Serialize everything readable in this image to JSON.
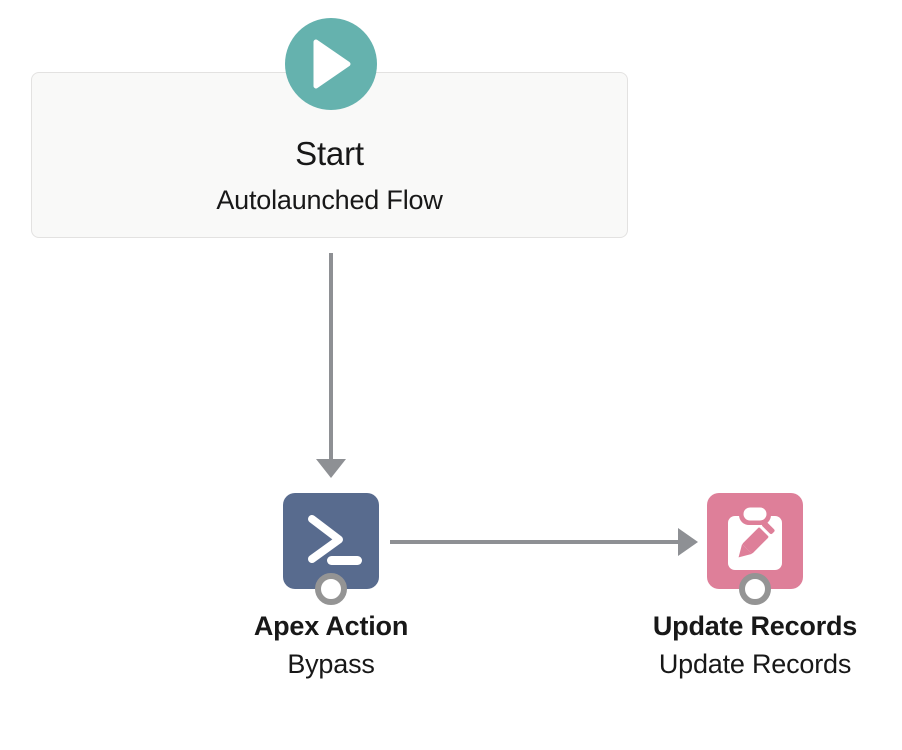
{
  "colors": {
    "canvas-bg": "#ffffff",
    "start-accent": "#65b2ae",
    "apex-accent": "#586b8e",
    "update-accent": "#de7f99",
    "connector": "#8e9094",
    "handle-ring": "#949494",
    "card-bg": "#f9f9f8",
    "card-border": "#e3e2e1",
    "text": "#181818"
  },
  "nodes": {
    "start": {
      "title": "Start",
      "subtitle": "Autolaunched Flow",
      "icon": "play-icon"
    },
    "apex": {
      "title": "Apex Action",
      "subtitle": "Bypass",
      "icon": "terminal-prompt-icon"
    },
    "update": {
      "title": "Update Records",
      "subtitle": "Update Records",
      "icon": "clipboard-pencil-icon"
    }
  },
  "connectors": [
    {
      "from": "start",
      "to": "apex",
      "direction": "down"
    },
    {
      "from": "apex",
      "to": "update",
      "direction": "right"
    }
  ]
}
